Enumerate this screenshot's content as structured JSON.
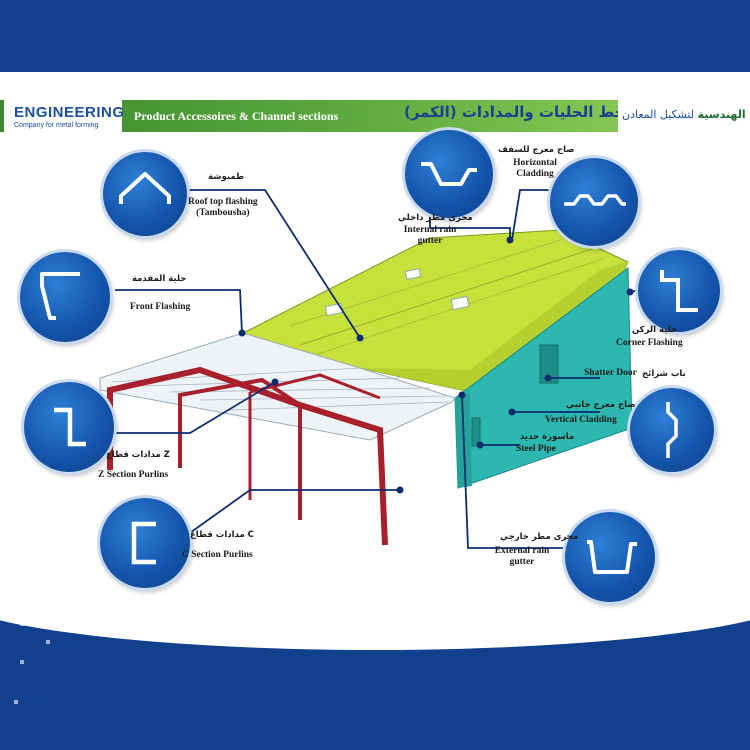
{
  "header": {
    "logo_main": "ENGINEERING",
    "logo_sub": "Company for metal forming",
    "title_en": "Product Accessoires & Channel sections",
    "title_ar": "خط الحليات والمدادات (الكمر)",
    "brand_ar_bold": "الهندسية",
    "brand_ar_rest": "لتشكيل المعادن"
  },
  "labels": {
    "roof_top_ar": "طمبوشة",
    "roof_top_en_1": "Roof top flashing",
    "roof_top_en_2": "(Tambousha)",
    "front_ar": "حلية المقدمة",
    "front_en": "Front Flashing",
    "z_ar": "مدادات قطاع Z",
    "z_en": "Z Section Purlins",
    "c_ar": "مدادات قطاع C",
    "c_en": "C Section Purlins",
    "internal_ar": "مجرى مطر داخلي",
    "internal_en_1": "Internal rain",
    "internal_en_2": "gutter",
    "horiz_ar": "صاج معرج للسقف",
    "horiz_en_1": "Horizontal",
    "horiz_en_2": "Cladding",
    "corner_ar": "حلية الركن",
    "corner_en": "Corner Flashing",
    "shatter_en": "Shatter Door",
    "shatter_ar": "باب شرائح",
    "vertical_ar": "صاج معرج جانبي",
    "vertical_en": "Vertical Cladding",
    "pipe_ar": "ماسورة حديد",
    "pipe_en": "Steel Pipe",
    "external_ar": "مجرى مطر خارجي",
    "external_en_1": "External rain",
    "external_en_2": "gutter"
  },
  "colors": {
    "brand_blue": "#11408c",
    "header_green": "#5aa83d",
    "roof_yellow": "#c8e03c",
    "wall_teal": "#2cb8b0",
    "frame_red": "#a8202c",
    "leader_navy": "#0d2d6e"
  },
  "icons": [
    "roof-top-flashing-icon",
    "front-flashing-icon",
    "z-section-icon",
    "c-section-icon",
    "internal-gutter-icon",
    "horizontal-cladding-icon",
    "corner-flashing-icon",
    "vertical-cladding-icon",
    "external-gutter-icon"
  ]
}
